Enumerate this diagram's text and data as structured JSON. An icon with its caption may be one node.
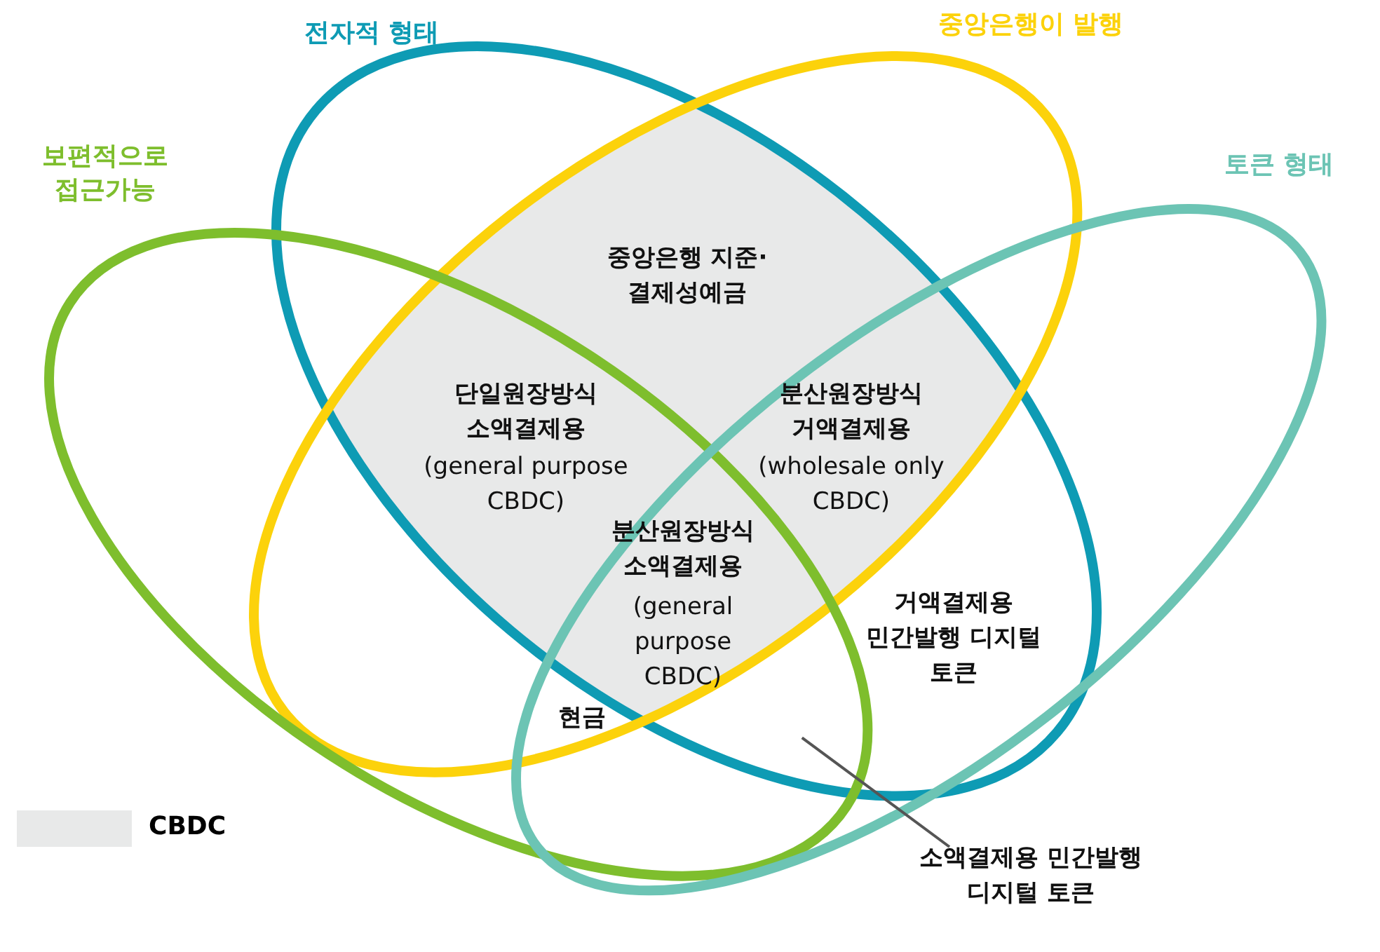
{
  "diagram": {
    "nodes": [
      {
        "text": [
          "전자적 형태"
        ]
      },
      {
        "text": [
          "중앙은행이 발행"
        ]
      },
      {
        "text": [
          "보편적으로 접근가능"
        ]
      },
      {
        "text": [
          "토큰 형태"
        ]
      },
      {
        "text": [
          "소액결제용 민간발행 디지털 토큰"
        ]
      }
    ],
    "edges": [
      {
        "from": 4,
        "to": 2,
        "arrow": "none"
      }
    ],
    "labels": [
      "중앙은행 지준·결제성예금",
      "단일원장방식 소액결제용",
      "(general purpose CBDC)",
      "분산원장방식 거액결제용",
      "(wholesale only CBDC)",
      "분산원장방식 소액결제용",
      "(general purpose CBDC)",
      "거액결제용 민간발행 디지털 토큰",
      "현금"
    ],
    "legend": [
      {
        "text": "CBDC",
        "color": "#e8e9e9"
      }
    ]
  }
}
